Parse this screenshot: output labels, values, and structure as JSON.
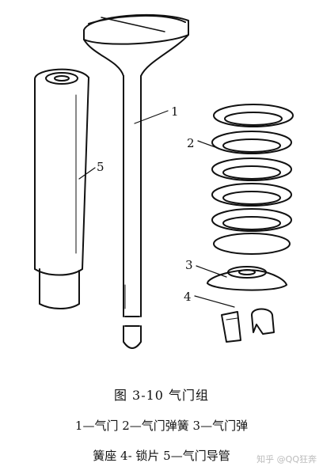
{
  "figure": {
    "labels": {
      "valve": "1",
      "spring": "2",
      "spring_seat": "3",
      "lock": "4",
      "guide": "5"
    },
    "title": "图 3-10   气门组",
    "legend_line1": "1—气门   2—气门弹簧   3—气门弹",
    "legend_line2": "簧座   4- 锁片   5—气门导管"
  },
  "watermark": "知乎 @QQ狂奔"
}
